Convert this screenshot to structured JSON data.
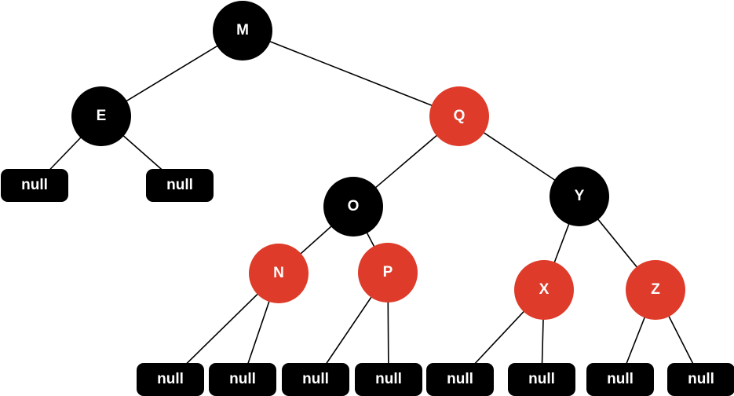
{
  "colors": {
    "black_node": "#000000",
    "red_node": "#de3b2a",
    "edge": "#000000",
    "background": "#ffffff"
  },
  "tree": {
    "nodes": [
      {
        "id": "M",
        "label": "M",
        "color": "black"
      },
      {
        "id": "E",
        "label": "E",
        "color": "black"
      },
      {
        "id": "Q",
        "label": "Q",
        "color": "red"
      },
      {
        "id": "O",
        "label": "O",
        "color": "black"
      },
      {
        "id": "Y",
        "label": "Y",
        "color": "black"
      },
      {
        "id": "N",
        "label": "N",
        "color": "red"
      },
      {
        "id": "P",
        "label": "P",
        "color": "red"
      },
      {
        "id": "X",
        "label": "X",
        "color": "red"
      },
      {
        "id": "Z",
        "label": "Z",
        "color": "red"
      }
    ],
    "leaves": [
      {
        "id": "E-left",
        "label": "null",
        "parent": "E"
      },
      {
        "id": "E-right",
        "label": "null",
        "parent": "E"
      },
      {
        "id": "N-left",
        "label": "null",
        "parent": "N"
      },
      {
        "id": "N-right",
        "label": "null",
        "parent": "N"
      },
      {
        "id": "P-left",
        "label": "null",
        "parent": "P"
      },
      {
        "id": "P-right",
        "label": "null",
        "parent": "P"
      },
      {
        "id": "X-left",
        "label": "null",
        "parent": "X"
      },
      {
        "id": "X-right",
        "label": "null",
        "parent": "X"
      },
      {
        "id": "Z-left",
        "label": "null",
        "parent": "Z"
      },
      {
        "id": "Z-right",
        "label": "null",
        "parent": "Z"
      }
    ],
    "edges": [
      [
        "M",
        "E"
      ],
      [
        "M",
        "Q"
      ],
      [
        "E",
        "E-left"
      ],
      [
        "E",
        "E-right"
      ],
      [
        "Q",
        "O"
      ],
      [
        "Q",
        "Y"
      ],
      [
        "O",
        "N"
      ],
      [
        "O",
        "P"
      ],
      [
        "Y",
        "X"
      ],
      [
        "Y",
        "Z"
      ],
      [
        "N",
        "N-left"
      ],
      [
        "N",
        "N-right"
      ],
      [
        "P",
        "P-left"
      ],
      [
        "P",
        "P-right"
      ],
      [
        "X",
        "X-left"
      ],
      [
        "X",
        "X-right"
      ],
      [
        "Z",
        "Z-left"
      ],
      [
        "Z",
        "Z-right"
      ]
    ]
  }
}
